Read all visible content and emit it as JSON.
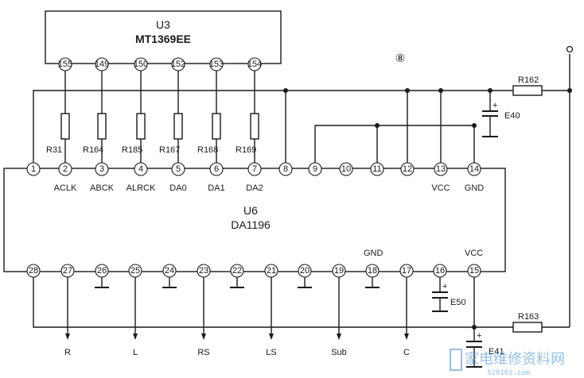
{
  "u3": {
    "ref": "U3",
    "part": "MT1369EE",
    "pins": [
      "155",
      "149",
      "150",
      "152",
      "153",
      "154"
    ]
  },
  "u6": {
    "ref": "U6",
    "part": "DA1196"
  },
  "figure_number": "⑧",
  "top_pins": [
    "1",
    "2",
    "3",
    "4",
    "5",
    "6",
    "7",
    "8",
    "9",
    "10",
    "11",
    "12",
    "13",
    "14"
  ],
  "top_pin_labels": [
    "",
    "ACLK",
    "ABCK",
    "ALRCK",
    "DA0",
    "DA1",
    "DA2",
    "",
    "",
    "",
    "",
    "",
    "VCC",
    "GND"
  ],
  "bottom_pins": [
    "28",
    "27",
    "26",
    "25",
    "24",
    "23",
    "22",
    "21",
    "20",
    "19",
    "18",
    "17",
    "16",
    "15"
  ],
  "bottom_pin_labels": {
    "gnd": "GND",
    "vcc": "VCC"
  },
  "resistors": [
    "R31",
    "R164",
    "R185",
    "R167",
    "R168",
    "R169"
  ],
  "r162": "R162",
  "r163": "R163",
  "capacitors": {
    "e40": "E40",
    "e50": "E50",
    "e41": "E41",
    "plus": "+"
  },
  "outputs": [
    "R",
    "L",
    "RS",
    "LS",
    "Sub",
    "C"
  ],
  "watermark": {
    "text": "家电维修资料网",
    "url": "520101.com"
  }
}
